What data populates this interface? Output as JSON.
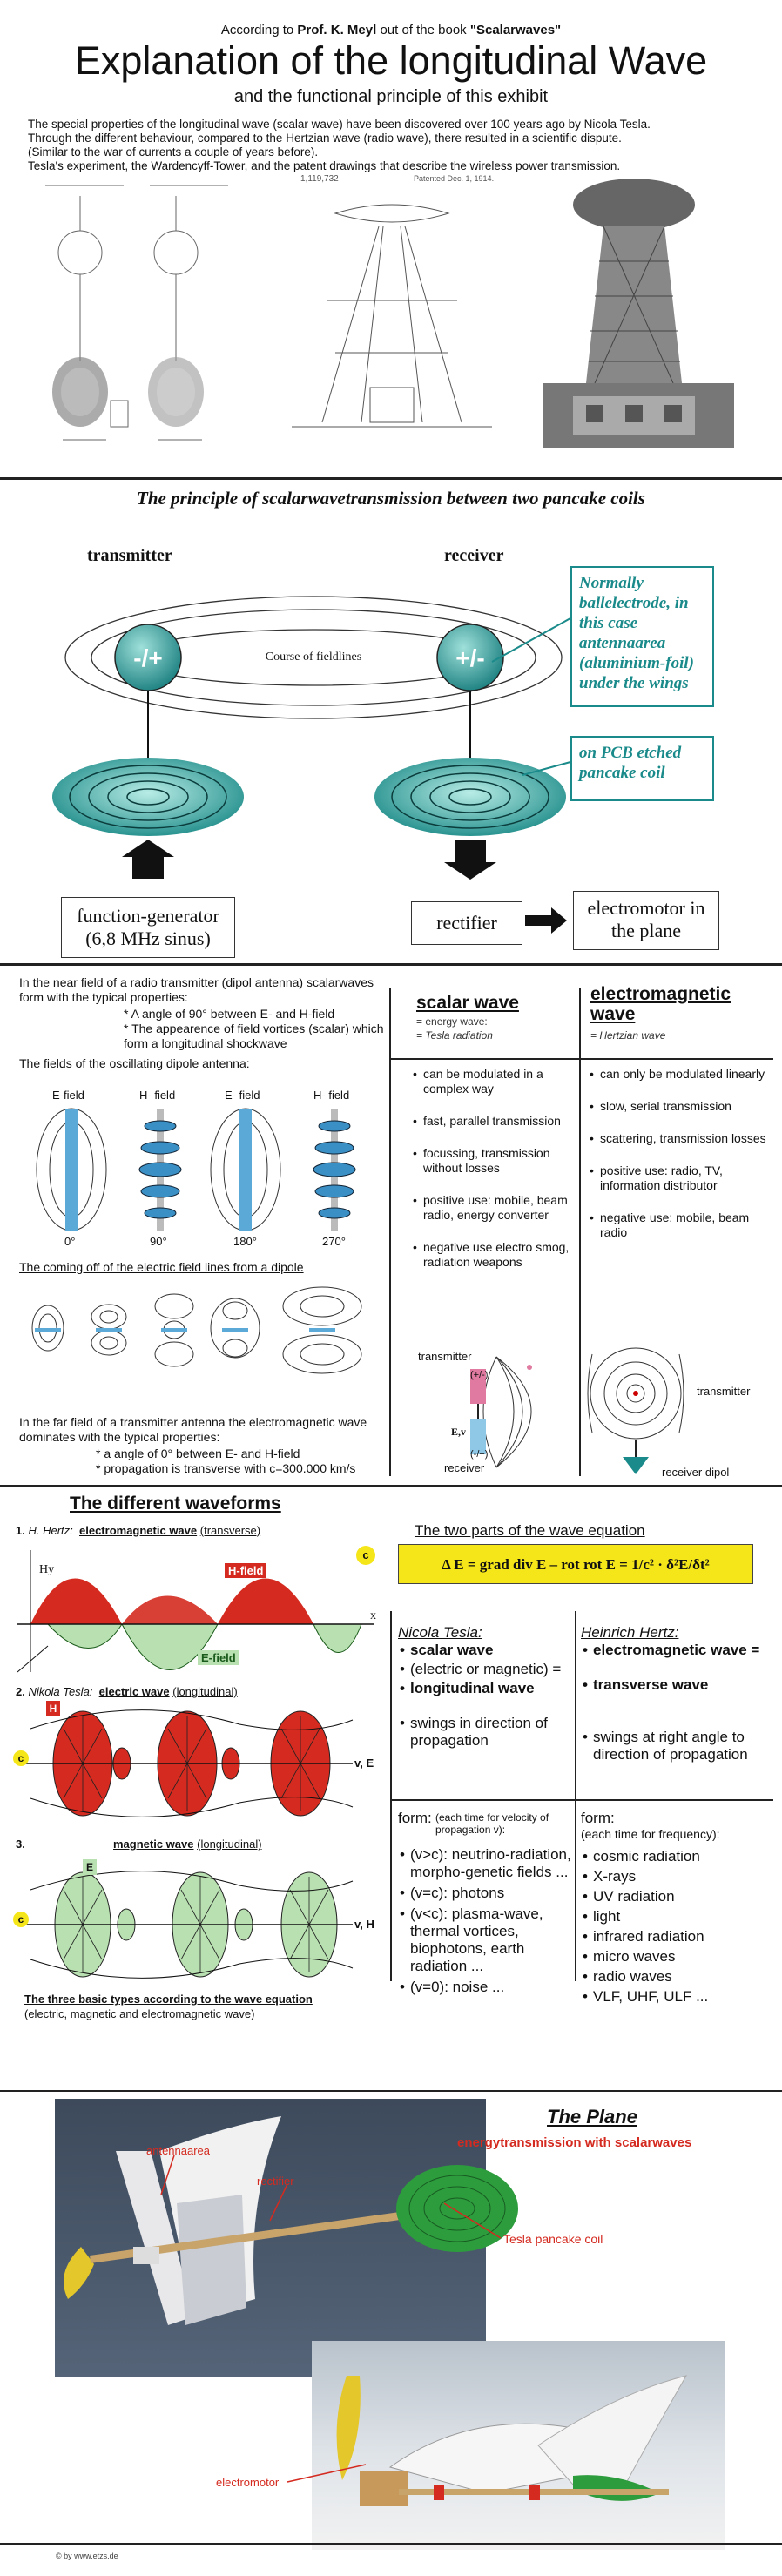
{
  "header": {
    "byline_prefix": "According to",
    "byline_author": "Prof. K. Meyl",
    "byline_middle": "out of the book",
    "byline_book": "\"Scalarwaves\"",
    "title": "Explanation of the longitudinal Wave",
    "subtitle": "and the functional principle of this exhibit",
    "intro_lines": [
      "The special properties of the longitudinal wave (scalar wave) have been discovered over 100 years ago by Nicola Tesla.",
      "Through the different behaviour, compared to the Hertzian wave  (radio wave), there resulted in a scientific dispute.",
      "(Similar to the war of currents a couple of years before).",
      "Tesla's experiment, the Wardencyff-Tower, and the patent drawings that describe the wireless power transmission."
    ],
    "patent_numbers": [
      "1,119,732",
      "Patented Dec. 1, 1914."
    ]
  },
  "principle": {
    "heading": "The principle of scalarwavetransmission between two pancake coils",
    "transmitter_label": "transmitter",
    "receiver_label": "receiver",
    "transmitter_sign": "-/+",
    "receiver_sign": "+/-",
    "fieldlines_label": "Course of fieldlines",
    "note_electrode": "Normally ballelectrode, in this case antennaarea (aluminium-foil) under the wings",
    "note_coil": "on PCB etched pancake coil",
    "function_generator": "function-generator",
    "function_generator_sub": "(6,8 MHz sinus)",
    "rectifier": "rectifier",
    "electromotor": "electromotor in the plane"
  },
  "nearfield": {
    "intro": "In the near field of a radio transmitter (dipol antenna) scalarwaves form with the typical properties:",
    "bullet1": "* A angle of 90° between E- and H-field",
    "bullet2": "* The appearence of field vortices (scalar) which form a longitudinal shockwave",
    "dipole_heading": "The fields of the oscillating dipole antenna:",
    "field_labels": [
      "E-field",
      "H- field",
      "E- field",
      "H- field"
    ],
    "angles": [
      "0°",
      "90°",
      "180°",
      "270°"
    ],
    "comingoff_heading": "The coming off of the electric field lines from a dipole",
    "farfield_intro": "In the far field of a transmitter antenna the electromagnetic wave dominates with the typical properties:",
    "farfield_bullet1": "* a angle of 0° between E- and H-field",
    "farfield_bullet2": "* propagation is transverse with c=300.000 km/s"
  },
  "comparison": {
    "scalar_title": "scalar wave",
    "scalar_sub1": "= energy wave:",
    "scalar_sub2": "= Tesla radiation",
    "em_title": "electromagnetic wave",
    "em_sub": "= Hertzian wave",
    "scalar_items": [
      "can be modulated in a complex way",
      "fast, parallel transmission",
      "focussing, transmission without losses",
      "positive use: mobile, beam radio, energy converter",
      "negative use electro smog, radiation weapons"
    ],
    "em_items": [
      "can only be modulated linearly",
      "slow, serial transmission",
      "scattering, transmission losses",
      "positive use: radio, TV, information distributor",
      "negative use: mobile, beam radio"
    ],
    "transmitter_label": "transmitter",
    "receiver_label": "receiver",
    "ex_label": "E,v",
    "plus_minus": "(+/-)",
    "minus_plus": "(-/+)",
    "em_transmitter": "transmitter",
    "em_receiver": "receiver dipol"
  },
  "waveforms": {
    "heading": "The  different waveforms",
    "item1_num": "1.",
    "item1_author": "H. Hertz:",
    "item1_name": "electromagnetic wave",
    "item1_type": "(transverse)",
    "item2_num": "2.",
    "item2_author": "Nikola Tesla:",
    "item2_name": "electric wave",
    "item2_type": "(longitudinal)",
    "item3_num": "3.",
    "item3_name": "magnetic wave",
    "item3_type": "(longitudinal)",
    "hfield_label": "H-field",
    "efield_label": "E-field",
    "hy_label": "Hy",
    "c_label": "c",
    "x_label": "x",
    "v_e": "v, E",
    "v_h": "v, H",
    "h_label": "H",
    "e_label": "E",
    "footer_title": "The three basic types according to the wave equation",
    "footer_sub": "(electric, magnetic and electromagnetic wave)"
  },
  "equation": {
    "heading": "The two parts of the wave equation",
    "formula": "Δ E  =  grad div E  –  rot rot E  =  1/c² · δ²E/δt²",
    "tesla_author": "Nicola Tesla:",
    "tesla_items": [
      "scalar wave",
      "(electric or magnetic) =",
      "longitudinal wave"
    ],
    "tesla_swing": "swings in direction of propagation",
    "hertz_author": "Heinrich Hertz:",
    "hertz_items": [
      "electromagnetic wave =",
      "transverse wave"
    ],
    "hertz_swing": "swings at right angle to direction of propagation",
    "tesla_form_title": "form:",
    "tesla_form_sub": "(each time for velocity of propagation v):",
    "tesla_forms": [
      "(v>c): neutrino-radiation, morpho-genetic fields ...",
      "(v=c): photons",
      "(v<c): plasma-wave, thermal vortices, biophotons, earth radiation ...",
      "(v=0): noise ..."
    ],
    "hertz_form_title": "form:",
    "hertz_form_sub": "(each time for frequency):",
    "hertz_forms": [
      "cosmic radiation",
      "X-rays",
      "UV radiation",
      "light",
      "infrared radiation",
      "micro waves",
      "radio waves",
      "VLF, UHF, ULF ..."
    ]
  },
  "plane": {
    "heading": "The Plane",
    "subheading": "energytransmission with scalarwaves",
    "antennaarea": "antennaarea",
    "rectifier": "rectifier",
    "tesla_coil": "Tesla pancake coil",
    "electromotor": "electromotor"
  },
  "footer": {
    "credit": "© by www.etzs.de"
  },
  "colors": {
    "teal": "#1a8a8a",
    "red": "#d42a1f",
    "green": "#b8e0b0",
    "yellow": "#f5e61a"
  }
}
